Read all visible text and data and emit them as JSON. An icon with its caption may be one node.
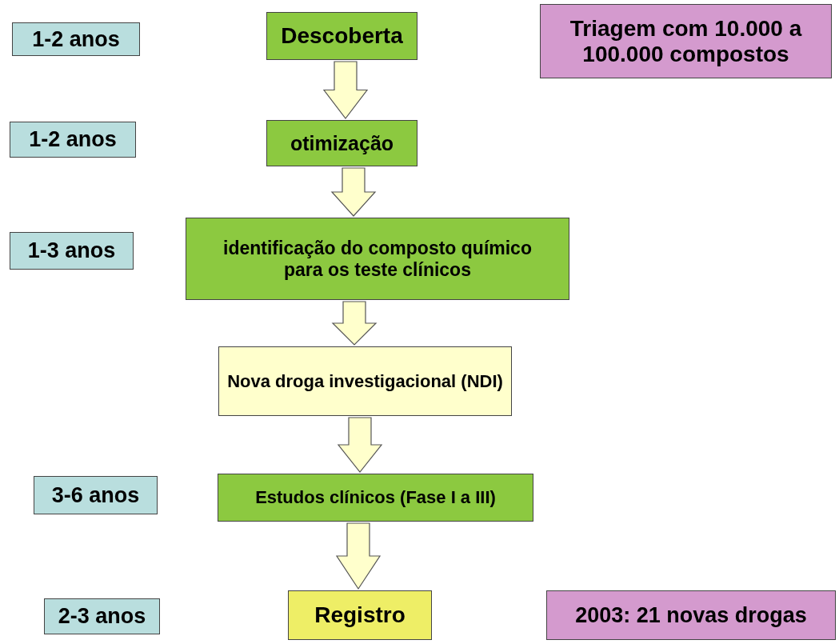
{
  "diagram": {
    "nodes": [
      {
        "text": [
          "1-2 anos"
        ]
      },
      {
        "text": [
          "Descoberta"
        ]
      },
      {
        "text": [
          "Triagem com 10.000 a 100.000 compostos"
        ]
      },
      {
        "text": [
          "1-2 anos"
        ]
      },
      {
        "text": [
          "otimização"
        ]
      },
      {
        "text": [
          "1-3 anos"
        ]
      },
      {
        "text": [
          "identificação do composto químico para os teste clínicos"
        ]
      },
      {
        "text": [
          "Nova droga investigacional (NDI)"
        ]
      },
      {
        "text": [
          "3-6 anos"
        ]
      },
      {
        "text": [
          "Estudos clínicos (Fase I a III)"
        ]
      },
      {
        "text": [
          "2-3 anos"
        ]
      },
      {
        "text": [
          "Registro"
        ]
      },
      {
        "text": [
          "2003: 21 novas drogas"
        ]
      }
    ],
    "edges": [
      {
        "from": 1,
        "to": 4,
        "arrow": "to"
      },
      {
        "from": 4,
        "to": 6,
        "arrow": "to"
      },
      {
        "from": 6,
        "to": 7,
        "arrow": "to"
      },
      {
        "from": 7,
        "to": 9,
        "arrow": "to"
      },
      {
        "from": 9,
        "to": 11,
        "arrow": "to"
      }
    ]
  }
}
